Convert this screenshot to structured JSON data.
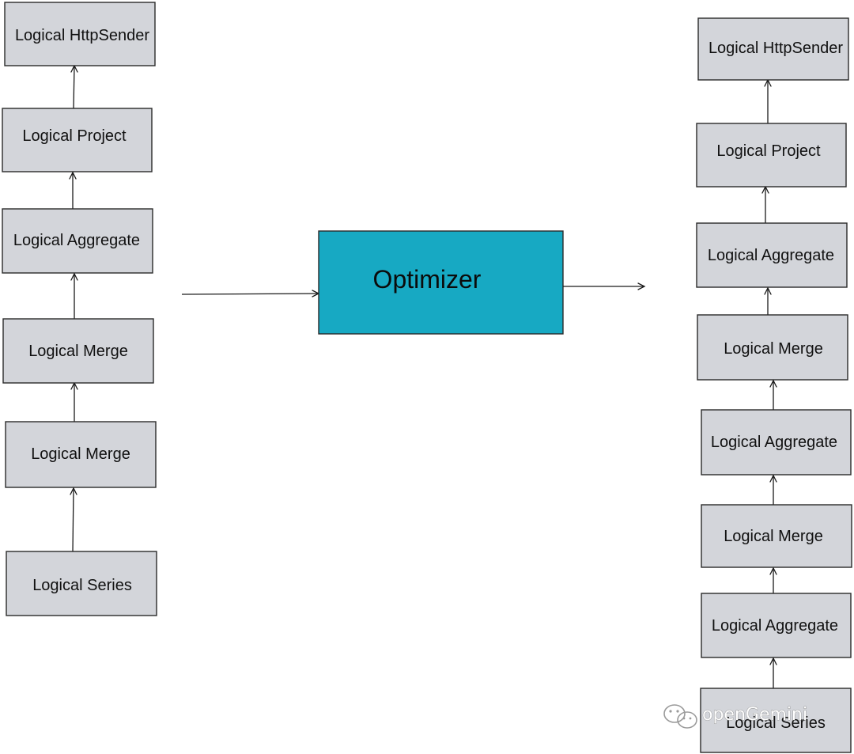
{
  "left_plan": {
    "nodes": [
      {
        "label": "Logical HttpSender"
      },
      {
        "label": "Logical Project"
      },
      {
        "label": "Logical Aggregate"
      },
      {
        "label": "Logical Merge"
      },
      {
        "label": "Logical Merge"
      },
      {
        "label": "Logical Series"
      }
    ]
  },
  "optimizer": {
    "label": "Optimizer",
    "color": "#17a9c3"
  },
  "right_plan": {
    "nodes": [
      {
        "label": "Logical HttpSender"
      },
      {
        "label": "Logical Project"
      },
      {
        "label": "Logical Aggregate"
      },
      {
        "label": "Logical Merge"
      },
      {
        "label": "Logical Aggregate"
      },
      {
        "label": "Logical Merge"
      },
      {
        "label": "Logical Aggregate"
      },
      {
        "label": "Logical Series"
      }
    ]
  },
  "box_fill": "#d3d5da",
  "watermark": {
    "text": "openGemini",
    "icon": "wechat-icon"
  }
}
